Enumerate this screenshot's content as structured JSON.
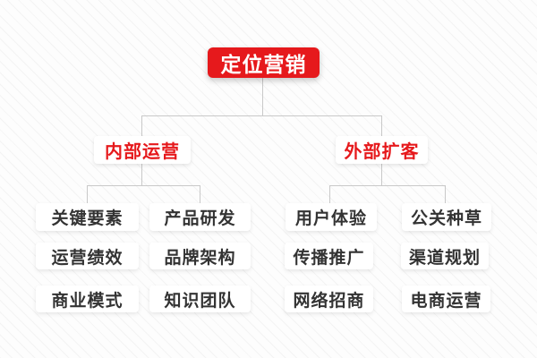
{
  "tree": {
    "root_label": "定位营销",
    "branches": [
      {
        "label": "内部运营",
        "children": [
          "关键要素",
          "产品研发",
          "运营绩效",
          "品牌架构",
          "商业模式",
          "知识团队"
        ]
      },
      {
        "label": "外部扩客",
        "children": [
          "用户体验",
          "公关种草",
          "传播推广",
          "渠道规划",
          "网络招商",
          "电商运营"
        ]
      }
    ]
  },
  "colors": {
    "accent_red": "#e6191c",
    "connector": "#c9c9c9",
    "leaf_text": "#333333",
    "node_bg": "#ffffff"
  }
}
